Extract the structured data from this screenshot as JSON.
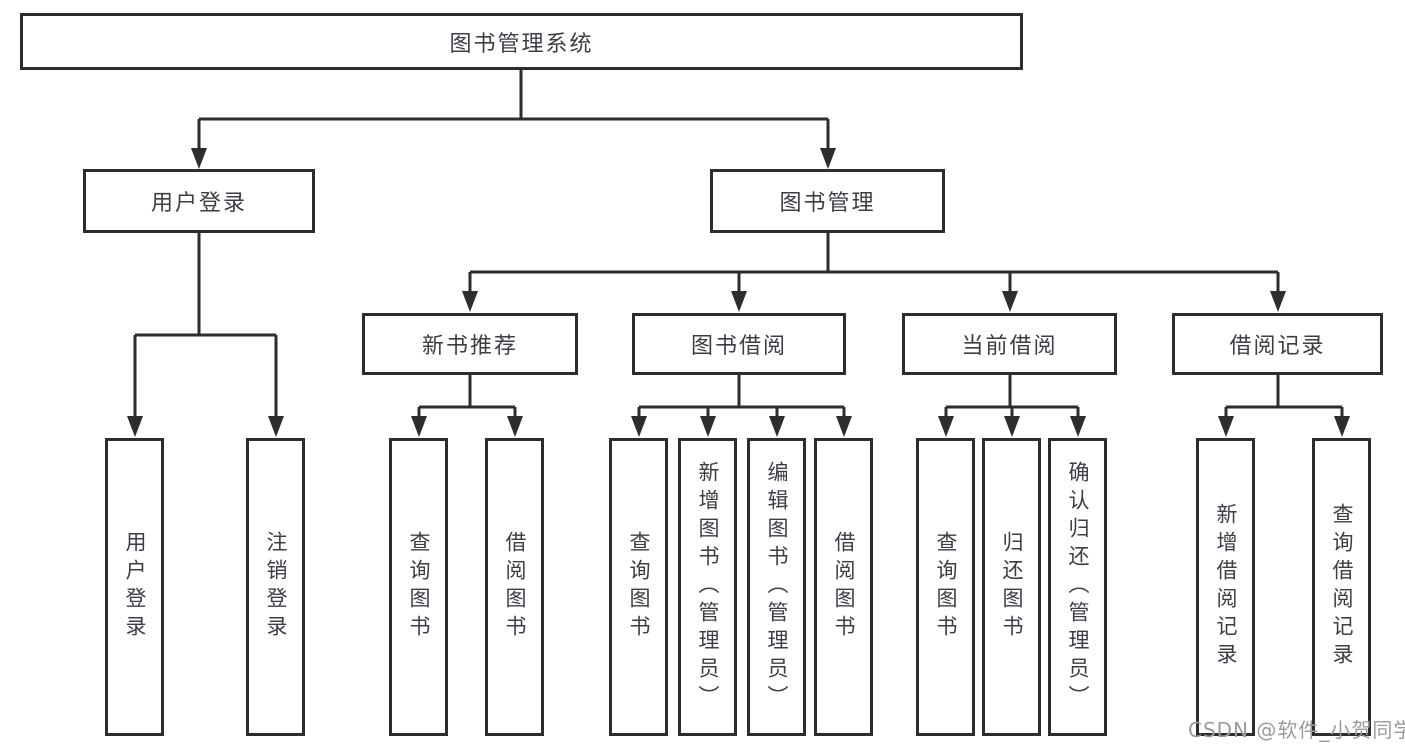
{
  "diagram": {
    "watermark": "CSDN @软件_小贺同学",
    "colors": {
      "line": "#2d2d2d",
      "box_border": "#2d2d2d",
      "text": "#3b3e44",
      "watermark": "#9b9b9b",
      "background": "#ffffff"
    },
    "tree": {
      "root": "图书管理系统",
      "children": [
        {
          "label": "用户登录",
          "children": [
            {
              "label": "用户登录"
            },
            {
              "label": "注销登录"
            }
          ]
        },
        {
          "label": "图书管理",
          "children": [
            {
              "label": "新书推荐",
              "children": [
                {
                  "label": "查询图书"
                },
                {
                  "label": "借阅图书"
                }
              ]
            },
            {
              "label": "图书借阅",
              "children": [
                {
                  "label": "查询图书"
                },
                {
                  "label": "新增图书（管理员）"
                },
                {
                  "label": "编辑图书（管理员）"
                },
                {
                  "label": "借阅图书"
                }
              ]
            },
            {
              "label": "当前借阅",
              "children": [
                {
                  "label": "查询图书"
                },
                {
                  "label": "归还图书"
                },
                {
                  "label": "确认归还（管理员）"
                }
              ]
            },
            {
              "label": "借阅记录",
              "children": [
                {
                  "label": "新增借阅记录"
                },
                {
                  "label": "查询借阅记录"
                }
              ]
            }
          ]
        }
      ]
    }
  }
}
